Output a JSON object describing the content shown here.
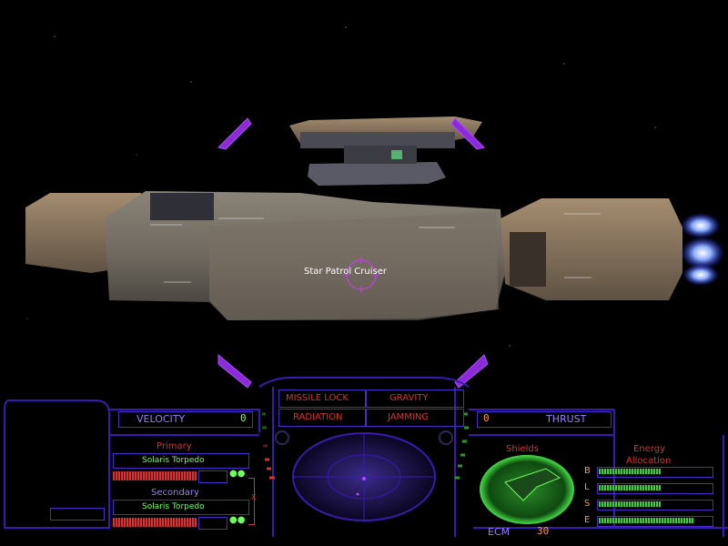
{
  "target": {
    "name": "Star Patrol Cruiser"
  },
  "warnings": {
    "missile_lock": "MISSILE LOCK",
    "gravity": "GRAVITY",
    "radiation": "RADIATION",
    "jamming": "JAMMING"
  },
  "velocity": {
    "label": "VELOCITY",
    "value": "0"
  },
  "thrust": {
    "label": "THRUST",
    "value": "0"
  },
  "weapons": {
    "primary_label": "Primary",
    "primary_name": "Solaris Torpedo",
    "secondary_label": "Secondary",
    "secondary_name": "Solaris Torpedo",
    "link_marker": "X"
  },
  "shields": {
    "label": "Shields"
  },
  "energy": {
    "label_line1": "Energy",
    "label_line2": "Allocation",
    "rows": [
      {
        "key": "B",
        "level": 0.55
      },
      {
        "key": "L",
        "level": 0.55
      },
      {
        "key": "S",
        "level": 0.55
      },
      {
        "key": "E",
        "level": 0.85
      }
    ]
  },
  "ecm": {
    "label": "ECM",
    "value": "30"
  },
  "colors": {
    "hud_purple": "#8a66ff",
    "hud_green": "#6dff5a",
    "hud_red": "#d83232",
    "hud_orange": "#ff9a2a"
  }
}
